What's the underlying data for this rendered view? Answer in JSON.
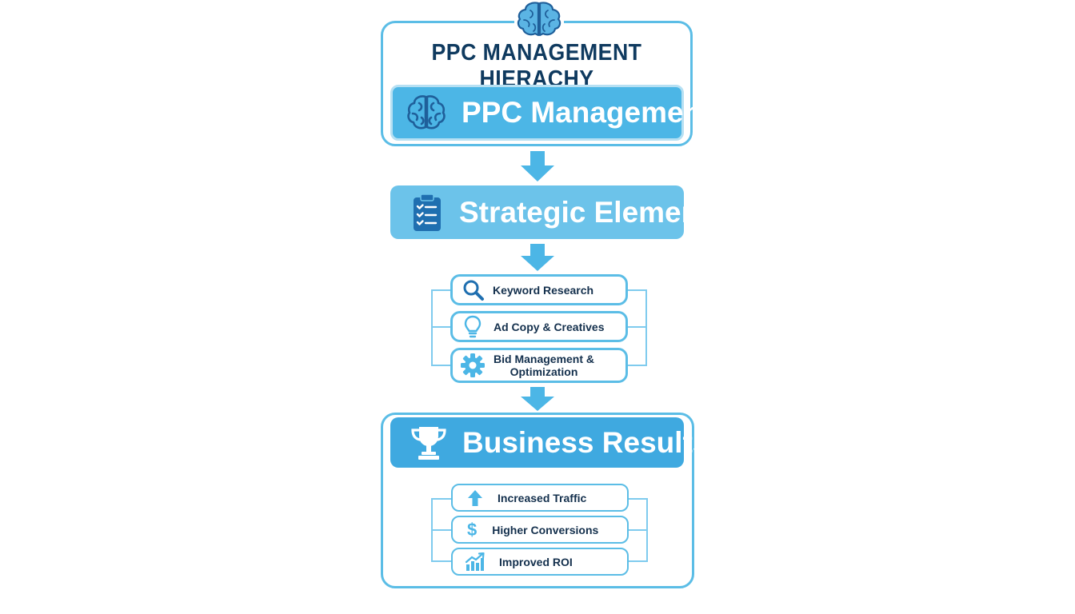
{
  "title": "PPC MANAGEMENT HIERACHY",
  "levels": {
    "management": {
      "label": "PPC Management",
      "icon": "brain-icon"
    },
    "strategic": {
      "label": "Strategic Elements",
      "icon": "clipboard-checklist-icon"
    },
    "results": {
      "label": "Business Results",
      "icon": "trophy-icon"
    }
  },
  "strategic_items": [
    {
      "label": "Keyword Research",
      "icon": "magnifier-icon"
    },
    {
      "label": "Ad Copy & Creatives",
      "icon": "lightbulb-icon"
    },
    {
      "label_line1": "Bid Management &",
      "label_line2": "Optimization",
      "icon": "gear-icon"
    }
  ],
  "result_items": [
    {
      "label": "Increased Traffic",
      "icon": "arrow-up-icon"
    },
    {
      "label": "Higher Conversions",
      "icon": "dollar-icon"
    },
    {
      "label": "Improved ROI",
      "icon": "growth-chart-icon"
    }
  ],
  "colors": {
    "primary": "#4cb6e6",
    "outline": "#5bbde6",
    "title_text": "#0f3a5f",
    "icon_dark": "#1f6fb0"
  }
}
